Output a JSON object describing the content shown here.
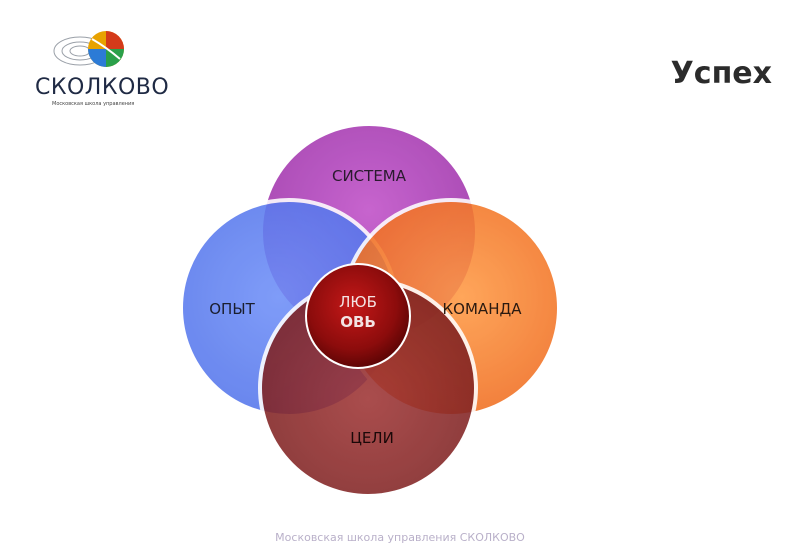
{
  "brand": {
    "name": "СКОЛКОВО",
    "subtitle": "Московская школа управления"
  },
  "slide": {
    "title": "Успех"
  },
  "diagram": {
    "circles": [
      {
        "label": "СИСТЕМА",
        "color": "#b04ab8"
      },
      {
        "label": "ОПЫТ",
        "color": "#5a7ef0"
      },
      {
        "label": "КОМАНДА",
        "color": "#f27a2a"
      },
      {
        "label": "ЦЕЛИ",
        "color": "#8e2a2a"
      }
    ],
    "center": {
      "line1": "ЛЮБ",
      "line2": "ОВЬ",
      "color": "#9a1010"
    }
  },
  "footer": {
    "text": "Московская школа управления СКОЛКОВО"
  }
}
